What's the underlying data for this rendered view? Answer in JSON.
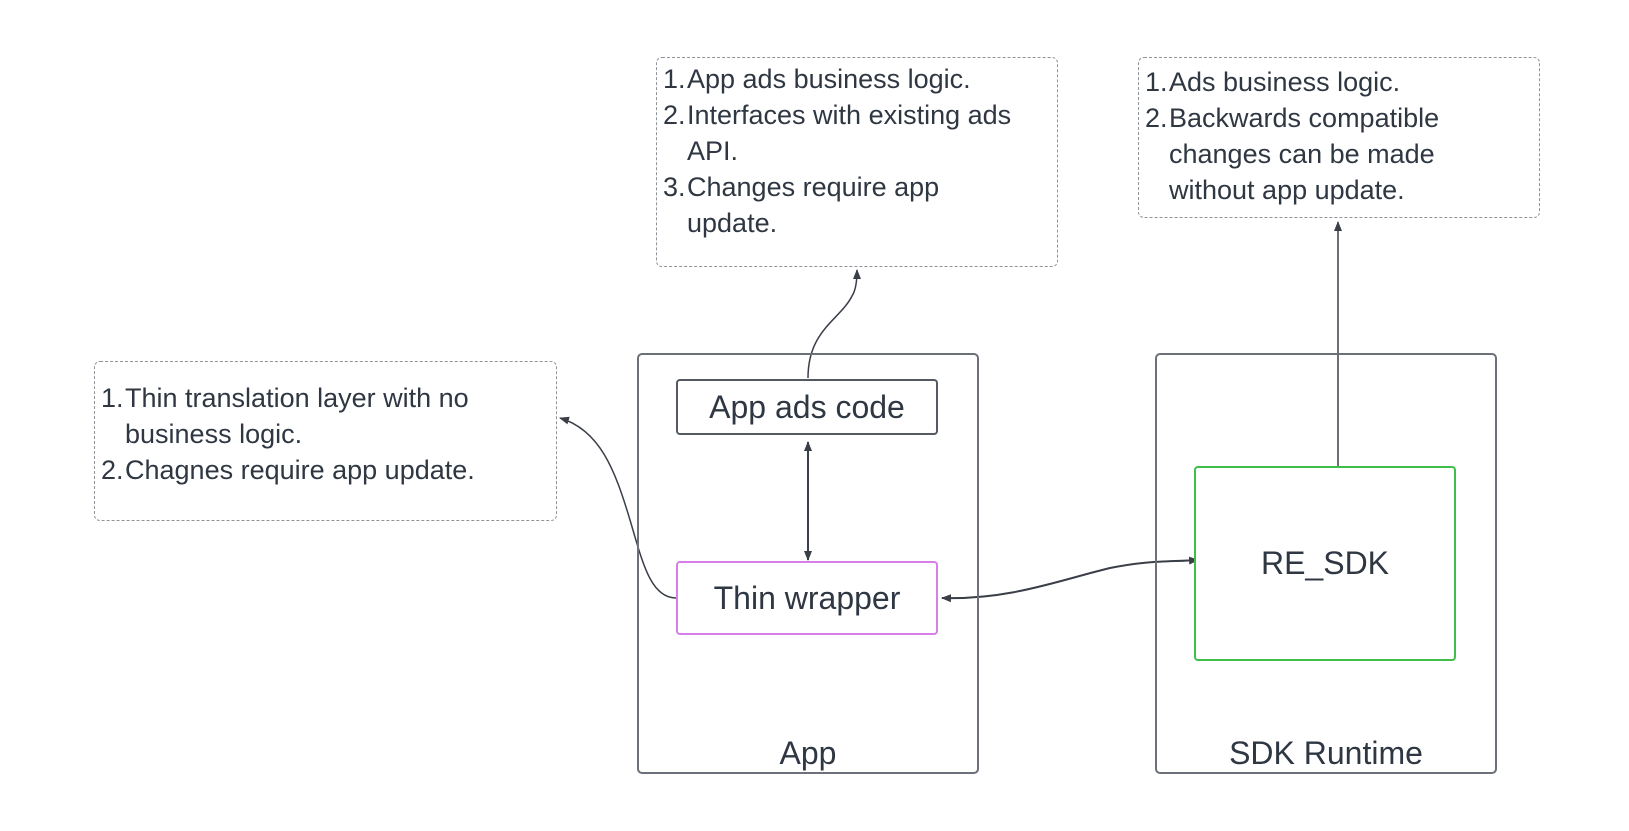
{
  "containers": {
    "app": {
      "label": "App"
    },
    "sdk_runtime": {
      "label": "SDK Runtime"
    }
  },
  "nodes": {
    "app_ads_code": {
      "label": "App ads code",
      "border_color": "#555a62"
    },
    "thin_wrapper": {
      "label": "Thin wrapper",
      "border_color": "#d77ee8"
    },
    "re_sdk": {
      "label": "RE_SDK",
      "border_color": "#3fbf4a"
    }
  },
  "notes": {
    "wrapper_note": {
      "items": [
        "Thin translation layer with no business logic.",
        "Chagnes require app update."
      ]
    },
    "app_ads_note": {
      "items": [
        "App ads business logic.",
        "Interfaces with existing ads API.",
        "Changes require app update."
      ]
    },
    "sdk_note": {
      "items": [
        "Ads business logic.",
        "Backwards compatible changes can be made without app update."
      ]
    }
  },
  "colors": {
    "line": "#3a3f47",
    "container_border": "#6b7079",
    "note_border": "#8f949b"
  }
}
